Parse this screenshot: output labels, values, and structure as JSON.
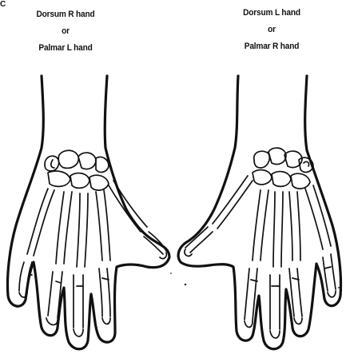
{
  "figure": {
    "corner_mark": "C",
    "left_hand": {
      "line1": "Dorsum R hand",
      "line2": "or",
      "line3": "Palmar L hand"
    },
    "right_hand": {
      "line1": "Dorsum L hand",
      "line2": "or",
      "line3": "Palmar R hand"
    }
  }
}
